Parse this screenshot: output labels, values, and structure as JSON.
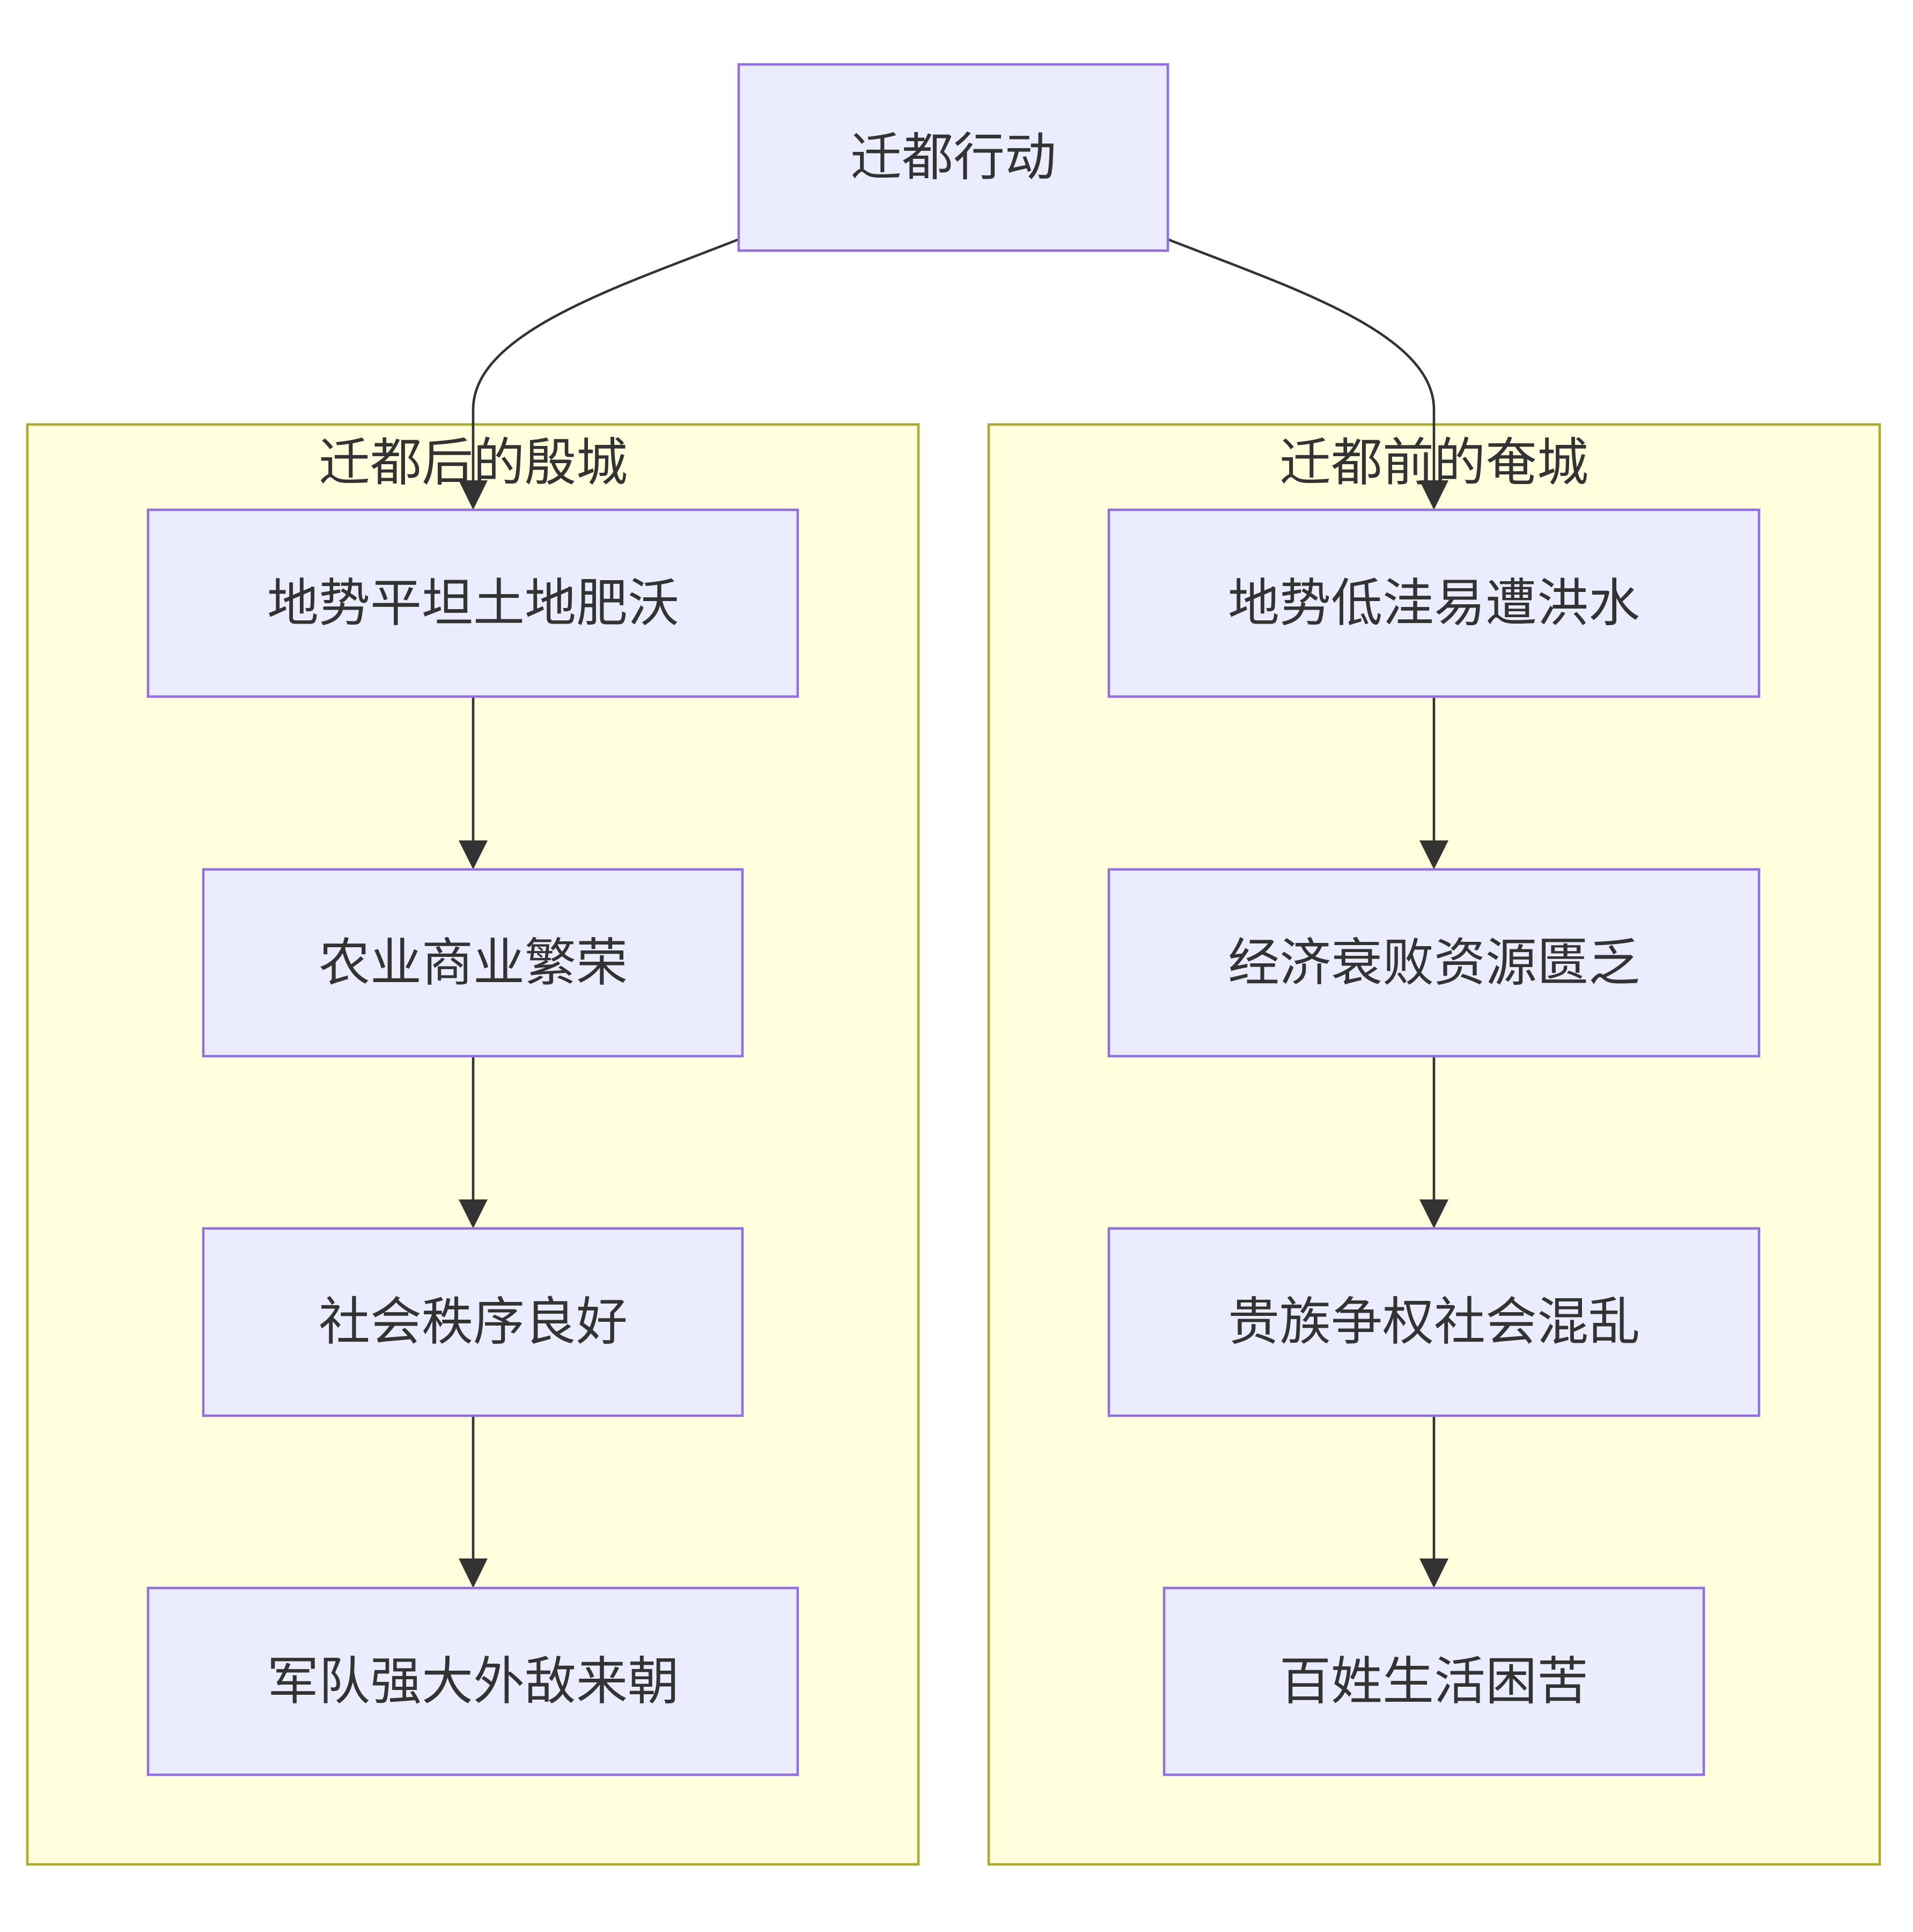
{
  "colors": {
    "node_fill": "#ececff",
    "node_stroke": "#9370db",
    "cluster_fill": "#ffffde",
    "cluster_stroke": "#aaaa33",
    "edge": "#333333",
    "text": "#333333"
  },
  "diagram": {
    "root": {
      "label": "迁都行动"
    },
    "clusters": {
      "after": {
        "title": "迁都后的殷城",
        "nodes": [
          {
            "label": "地势平坦土地肥沃"
          },
          {
            "label": "农业商业繁荣"
          },
          {
            "label": "社会秩序良好"
          },
          {
            "label": "军队强大外敌来朝"
          }
        ]
      },
      "before": {
        "title": "迁都前的奄城",
        "nodes": [
          {
            "label": "地势低洼易遭洪水"
          },
          {
            "label": "经济衰败资源匮乏"
          },
          {
            "label": "贵族争权社会混乱"
          },
          {
            "label": "百姓生活困苦"
          }
        ]
      }
    },
    "edges": [
      {
        "from": "迁都行动",
        "to": "地势平坦土地肥沃"
      },
      {
        "from": "迁都行动",
        "to": "地势低洼易遭洪水"
      },
      {
        "from": "地势平坦土地肥沃",
        "to": "农业商业繁荣"
      },
      {
        "from": "农业商业繁荣",
        "to": "社会秩序良好"
      },
      {
        "from": "社会秩序良好",
        "to": "军队强大外敌来朝"
      },
      {
        "from": "地势低洼易遭洪水",
        "to": "经济衰败资源匮乏"
      },
      {
        "from": "经济衰败资源匮乏",
        "to": "贵族争权社会混乱"
      },
      {
        "from": "贵族争权社会混乱",
        "to": "百姓生活困苦"
      }
    ]
  }
}
